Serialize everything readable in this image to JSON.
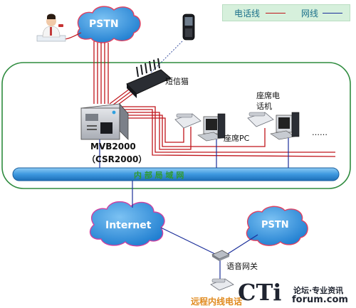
{
  "legend": {
    "phone_line_label": "电话线",
    "network_line_label": "网线",
    "phone_line_color": "#c0151b",
    "network_line_color": "#1b2f9a"
  },
  "nodes": {
    "pstn_top": "PSTN",
    "pstn_bottom": "PSTN",
    "internet": "Internet",
    "sms_cat": "短信猫",
    "server_model": "MVB2000",
    "server_model_alt": "（CSR2000）",
    "seat_pc": "座席PC",
    "seat_phone": "座席电话机",
    "ellipsis": "……",
    "lan": "内 部 局 域 网",
    "voice_gateway": "语音网关",
    "remote_extension": "远程内线电话"
  },
  "watermark": {
    "brand": "CTi",
    "tagline": "论坛·专业资讯",
    "domain": "forum.com"
  },
  "colors": {
    "cloud_fill": "#2e93dd",
    "bus_fill": "#4aa2e3",
    "frame_border": "#2e8b3e"
  }
}
